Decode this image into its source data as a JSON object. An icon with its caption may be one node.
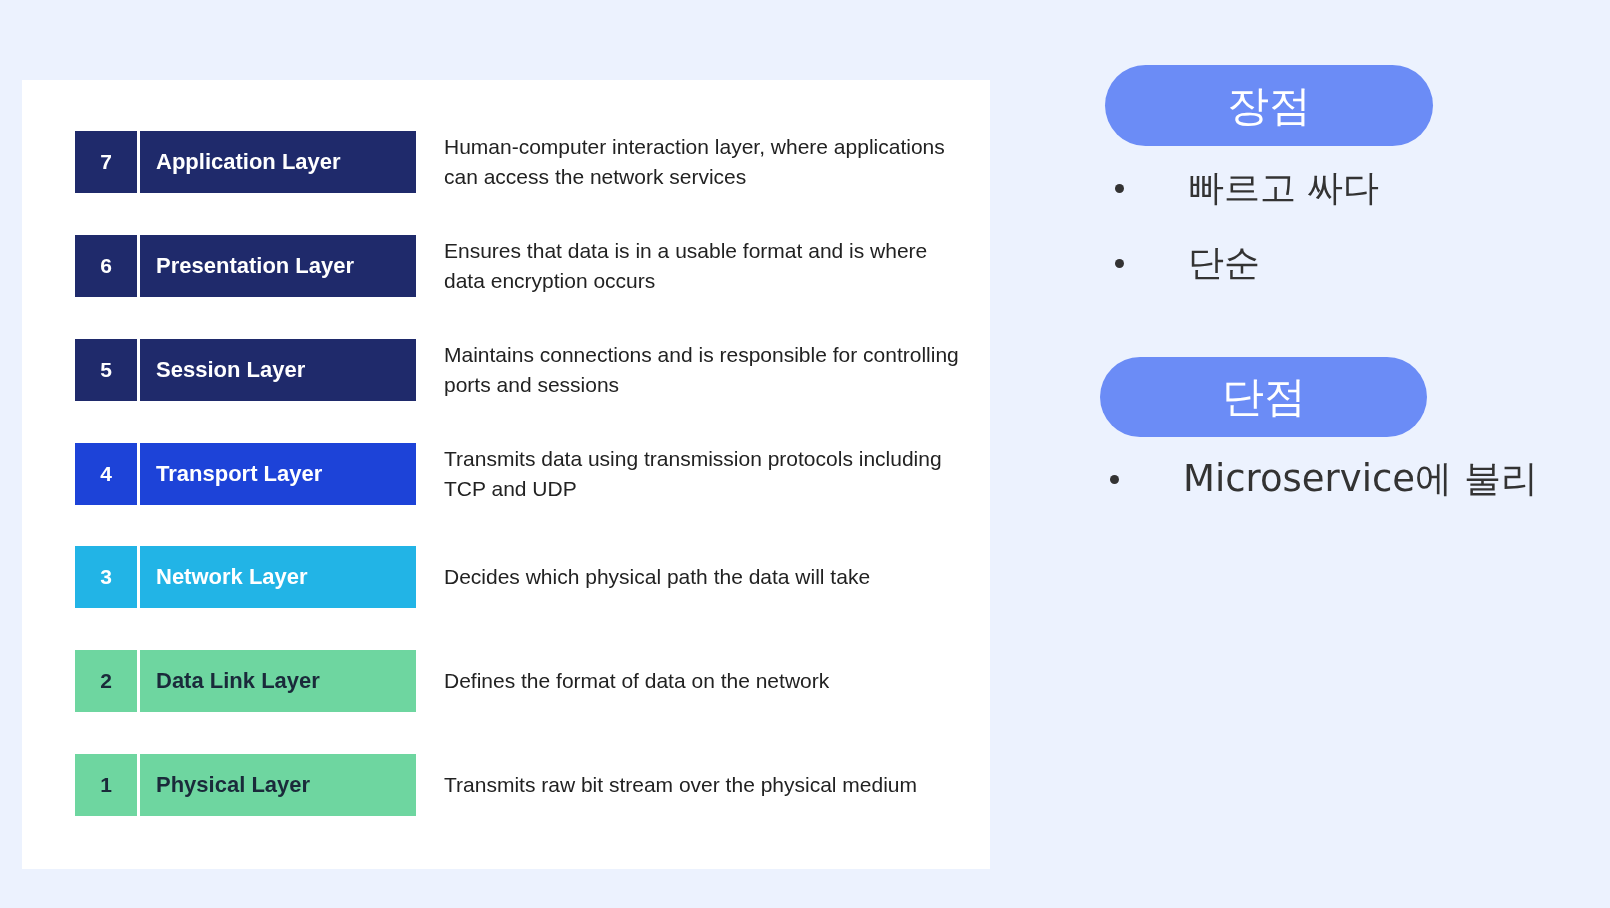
{
  "diagram": {
    "nodes": [
      {
        "text": [
          "7",
          "Application Layer"
        ],
        "beside": [
          "Human-computer interaction layer, where applications can access the network services"
        ]
      },
      {
        "text": [
          "6",
          "Presentation Layer"
        ],
        "beside": [
          "Ensures that data is in a usable format and is where data encryption occurs"
        ]
      },
      {
        "text": [
          "5",
          "Session Layer"
        ],
        "beside": [
          "Maintains connections and is responsible for controlling ports and sessions"
        ]
      },
      {
        "text": [
          "4",
          "Transport Layer"
        ],
        "beside": [
          "Transmits data using transmission protocols including TCP and UDP"
        ]
      },
      {
        "text": [
          "3",
          "Network Layer"
        ],
        "beside": [
          "Decides which physical path the data will take"
        ]
      },
      {
        "text": [
          "2",
          "Data Link Layer"
        ],
        "beside": [
          "Defines the format of data on the network"
        ]
      },
      {
        "text": [
          "1",
          "Physical Layer"
        ],
        "beside": [
          "Transmits raw bit stream over the physical medium"
        ]
      },
      {
        "text": [
          "장점"
        ]
      },
      {
        "text": [
          "단점"
        ]
      }
    ],
    "edges": [],
    "labels": [
      "빠르고 싸다",
      "단순",
      "Microservice에 불리"
    ]
  }
}
